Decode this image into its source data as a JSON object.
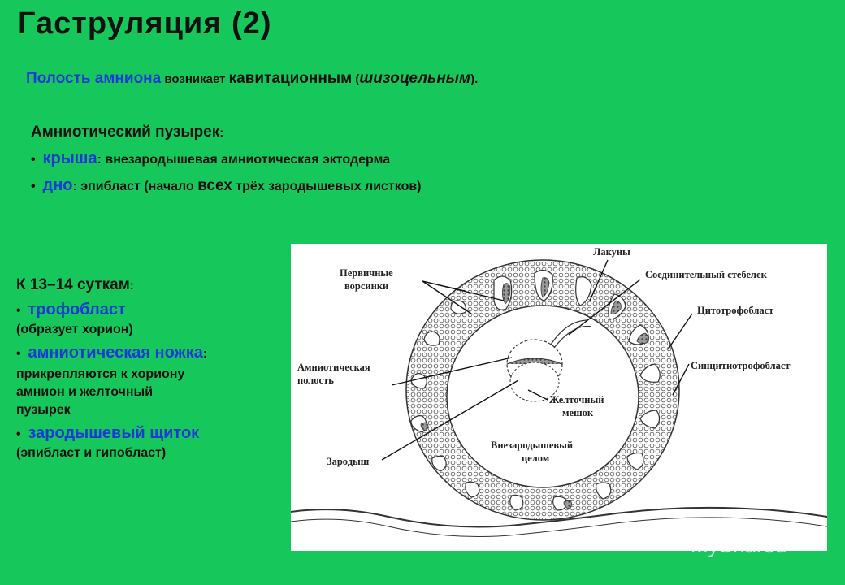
{
  "title": "Гаструляция (2)",
  "intro": {
    "a": "Полость амниона",
    "b": " возникает ",
    "c": "кавитационным",
    "d": " (",
    "e": "шизоцельным",
    "f": ")."
  },
  "amnio": {
    "head": "Амниотический пузырек",
    "colon": ":",
    "roof_key": "крыша",
    "roof_text": ": внезародышевая амниотическая эктодерма",
    "floor_key": "дно",
    "floor_text1": ": эпибласт (начало ",
    "floor_all": "всех",
    "floor_text2": " трёх зародышевых листков)"
  },
  "days": {
    "head": "К 13–14 суткам",
    "colon": ":",
    "b1_key": "трофобласт",
    "b1_sub": "(образует хорион)",
    "b2_key": "амниотическая ножка",
    "b2_colon": ":",
    "b2_sub1": "прикрепляются к хориону",
    "b2_sub2": "амнион и желточный",
    "b2_sub3": "пузырек",
    "b3_key": "зародышевый щиток",
    "b3_sub": "(эпибласт и гипобласт)"
  },
  "diagram": {
    "primary_villi_1": "Первичные",
    "primary_villi_2": "ворсинки",
    "lacunae": "Лакуны",
    "stalk": "Соединительный стебелек",
    "cytotroph": "Цитотрофобласт",
    "syncytio": "Синцитиотрофобласт",
    "amnio_cavity_1": "Амниотическая",
    "amnio_cavity_2": "полость",
    "yolk_1": "Желточный",
    "yolk_2": "мешок",
    "coelom_1": "Внезародышевый",
    "coelom_2": "целом",
    "embryo": "Зародыш"
  },
  "watermark": "MyShared"
}
